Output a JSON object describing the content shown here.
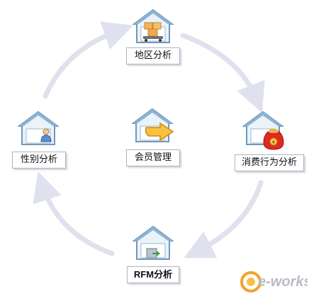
{
  "nodes": {
    "top": {
      "label": "地区分析",
      "icon": "warehouse-boxes-icon"
    },
    "center": {
      "label": "会员管理",
      "icon": "arrow-forward-icon"
    },
    "left": {
      "label": "性别分析",
      "icon": "user-icon"
    },
    "right": {
      "label": "消费行为分析",
      "icon": "money-bag-icon"
    },
    "bottom": {
      "label": "RFM分析",
      "icon": "document-arrow-icon"
    }
  },
  "watermark": {
    "text": "e-works"
  },
  "colors": {
    "arrow": "#dfe1ee",
    "house_roof": "#8eb3d0",
    "house_wall": "#eaf2fa",
    "label_border": "#a9b7c6"
  }
}
